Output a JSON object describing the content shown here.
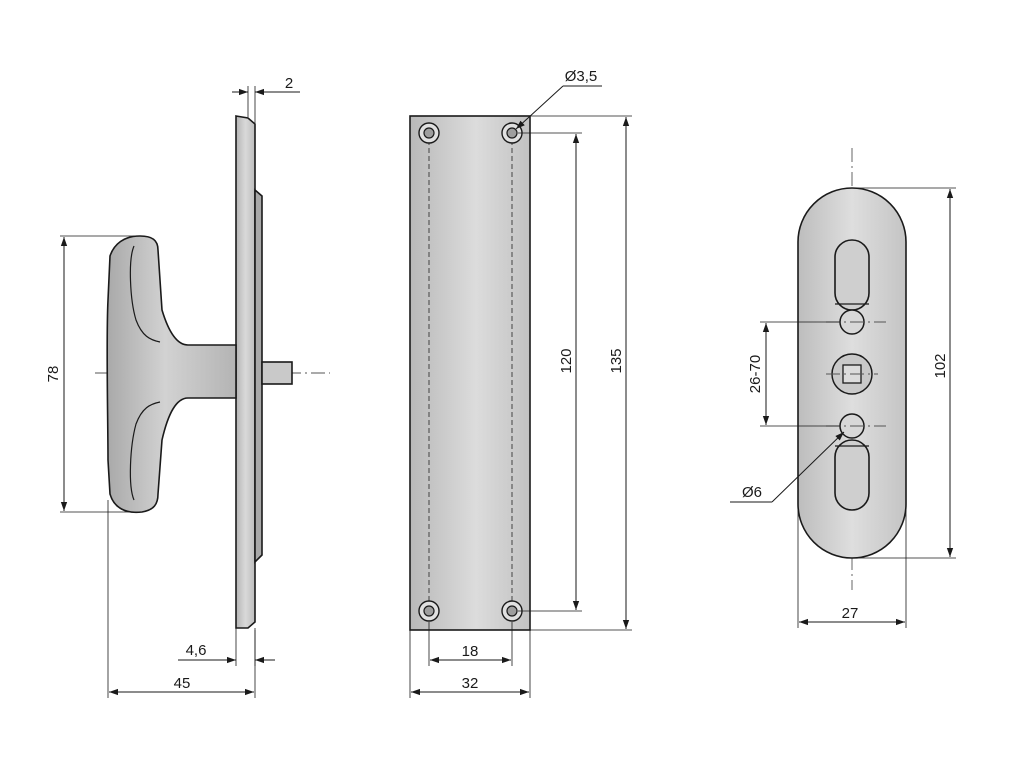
{
  "views": {
    "side": {
      "dims": {
        "thickness": "2",
        "height": "78",
        "stem": "4,6",
        "depth": "45"
      }
    },
    "front": {
      "dims": {
        "hole_dia": "Ø3,5",
        "hole_spacing_v": "120",
        "length": "135",
        "hole_spacing_h": "18",
        "width": "32"
      }
    },
    "back": {
      "dims": {
        "range": "26-70",
        "length": "102",
        "hole_dia": "Ø6",
        "width": "27"
      }
    }
  },
  "colors": {
    "metal_light": "#d4d4d4",
    "metal_mid": "#b9b9b9",
    "metal_dark": "#8e8e8e",
    "line": "#1a1a1a"
  }
}
